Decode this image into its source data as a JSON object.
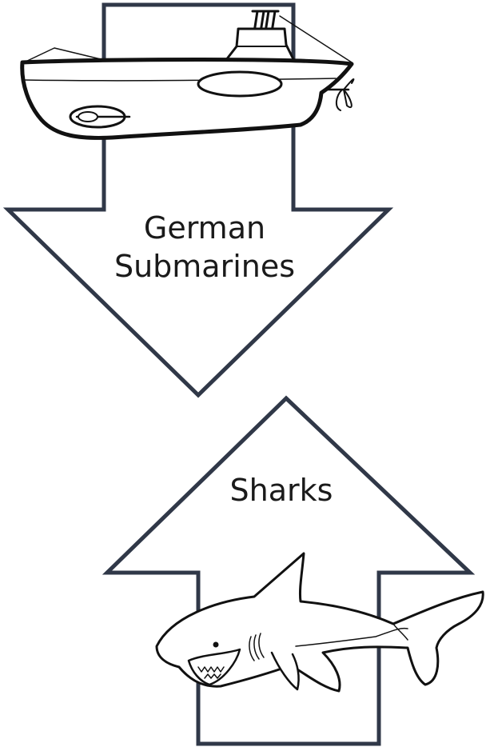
{
  "diagram": {
    "down_arrow": {
      "label_lines": [
        "German",
        "Submarines"
      ],
      "stroke_color": "#303848"
    },
    "up_arrow": {
      "label_lines": [
        "Sharks"
      ],
      "stroke_color": "#303848"
    },
    "icons": {
      "top": "submarine-icon",
      "bottom": "shark-icon"
    }
  }
}
